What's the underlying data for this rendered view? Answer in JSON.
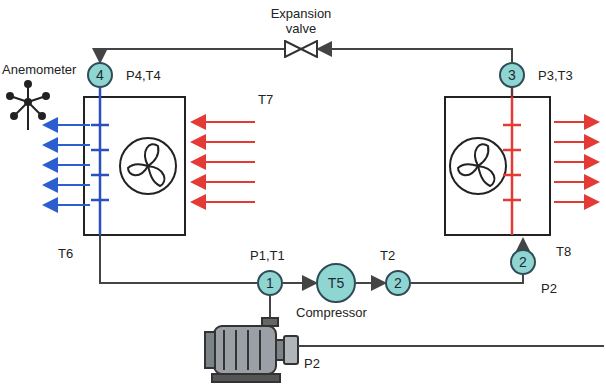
{
  "diagram": {
    "nodes": [
      {
        "text": [
          "Expansion valve"
        ]
      },
      {
        "text": [
          "4"
        ]
      },
      {
        "text": [
          "3"
        ]
      },
      {
        "text": [
          "1"
        ]
      },
      {
        "text": [
          "T5"
        ]
      },
      {
        "text": [
          "2"
        ]
      },
      {
        "text": [
          "2"
        ]
      }
    ],
    "edges": [
      {
        "from": 2,
        "to": 0,
        "arrow": "to"
      },
      {
        "from": 0,
        "to": 1,
        "arrow": "to"
      },
      {
        "from": 3,
        "to": 4,
        "arrow": "to"
      },
      {
        "from": 4,
        "to": 5,
        "arrow": "to"
      },
      {
        "from": 5,
        "to": 6,
        "arrow": "none"
      }
    ],
    "labels": [
      "Anemometer",
      "P4,T4",
      "P3,T3",
      "T7",
      "T6",
      "P1,T1",
      "T2",
      "Compressor",
      "T8",
      "P2",
      "P2"
    ]
  }
}
